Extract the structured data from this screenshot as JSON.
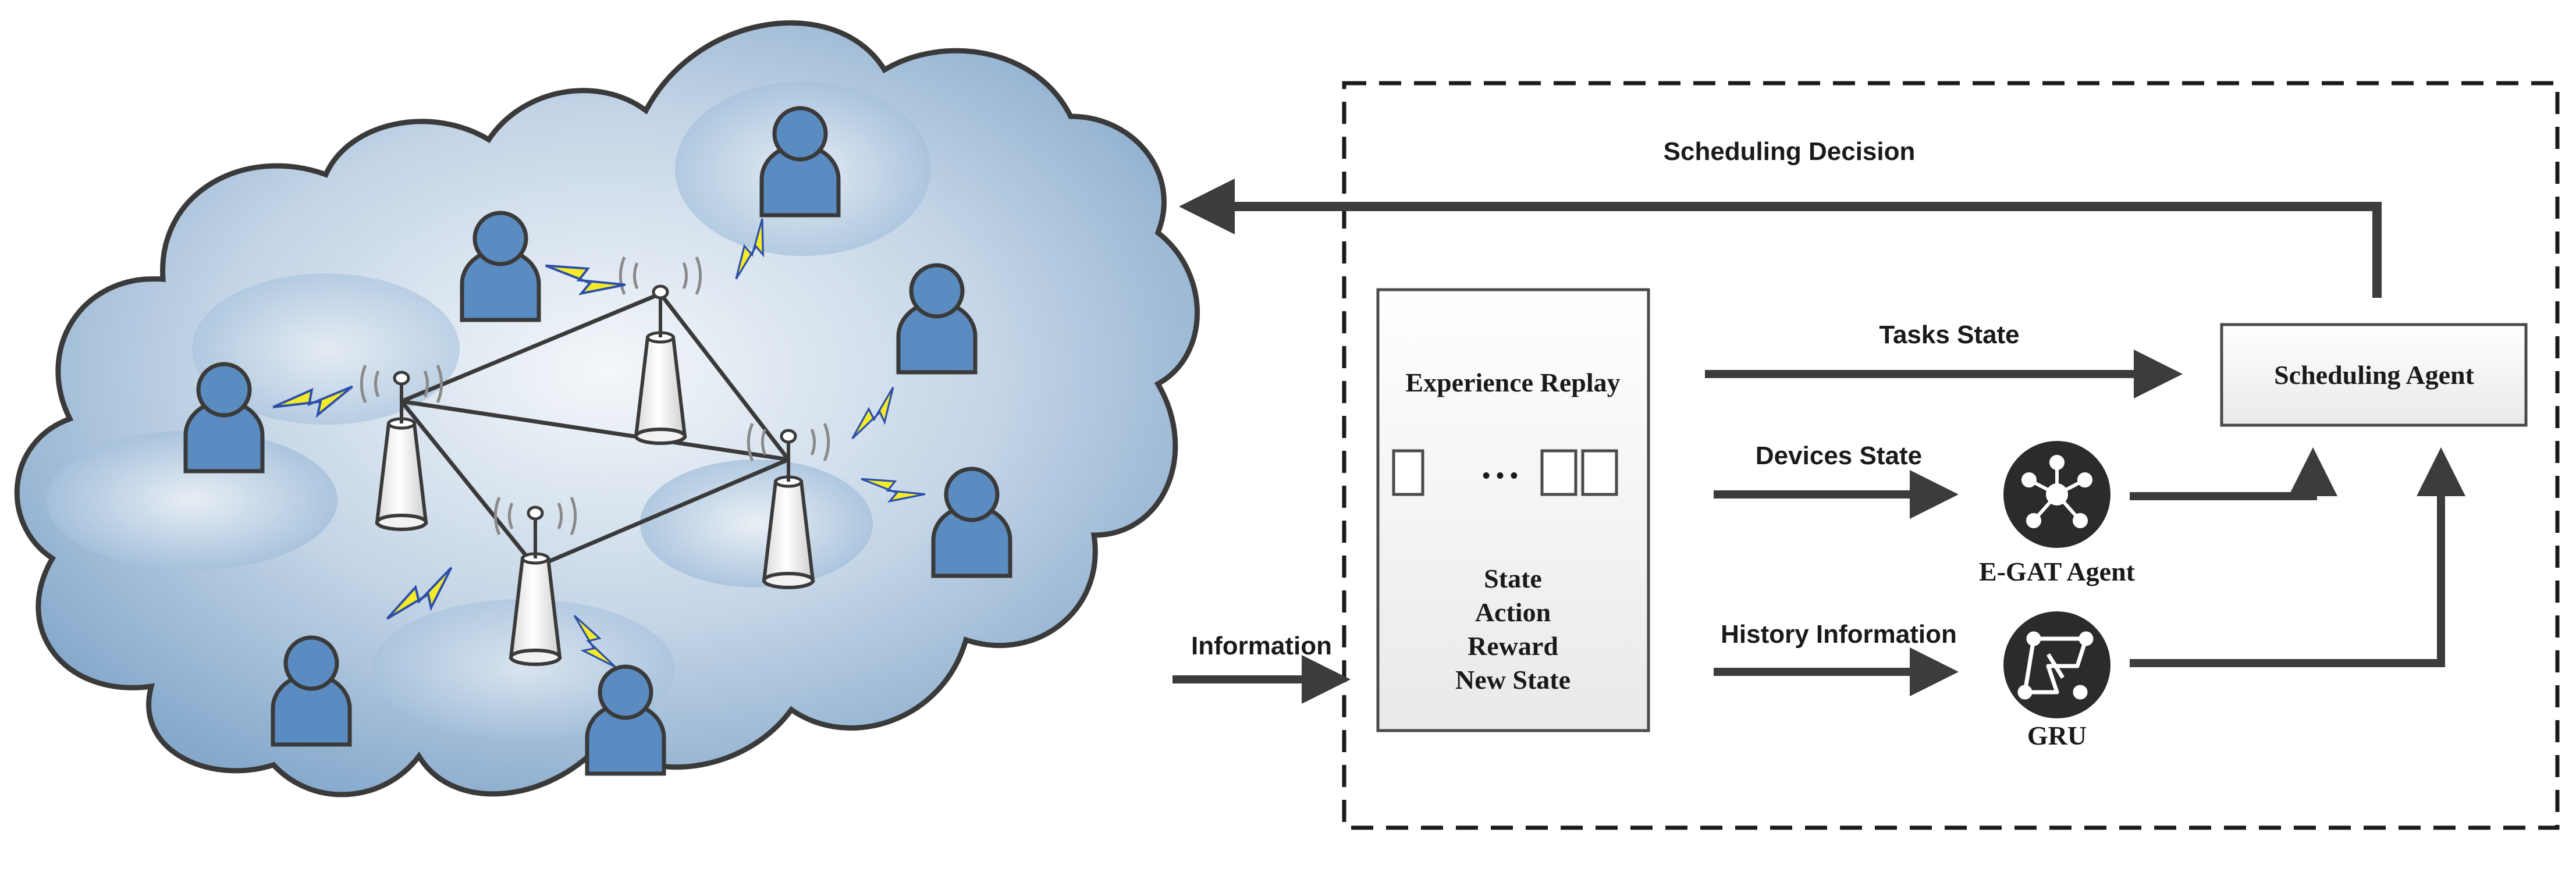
{
  "labels": {
    "scheduling_decision": "Scheduling Decision",
    "tasks_state": "Tasks State",
    "devices_state": "Devices State",
    "history_information": "History Information",
    "information": "Information",
    "experience_replay": "Experience Replay",
    "ellipsis": "• • •",
    "state": "State",
    "action": "Action",
    "reward": "Reward",
    "new_state": "New State",
    "scheduling_agent": "Scheduling Agent",
    "egat_agent": "E-GAT Agent",
    "gru": "GRU"
  },
  "icons": {
    "user": "user-icon",
    "base_station": "base-station-icon",
    "signal": "wireless-signal-icon",
    "lightning": "lightning-link-icon",
    "egat": "graph-network-icon",
    "gru": "gru-circuit-icon"
  },
  "colors": {
    "cloud_fill_light": "#e9eef4",
    "cloud_fill_blue": "#8fb1d3",
    "user_blue": "#5b8cc1",
    "outline": "#3a3a3a",
    "lightning": "#f3ea2a",
    "lightning_stroke": "#2d4fa8",
    "arrow": "#3c3c3c",
    "agent_circle": "#2b2b2b"
  }
}
